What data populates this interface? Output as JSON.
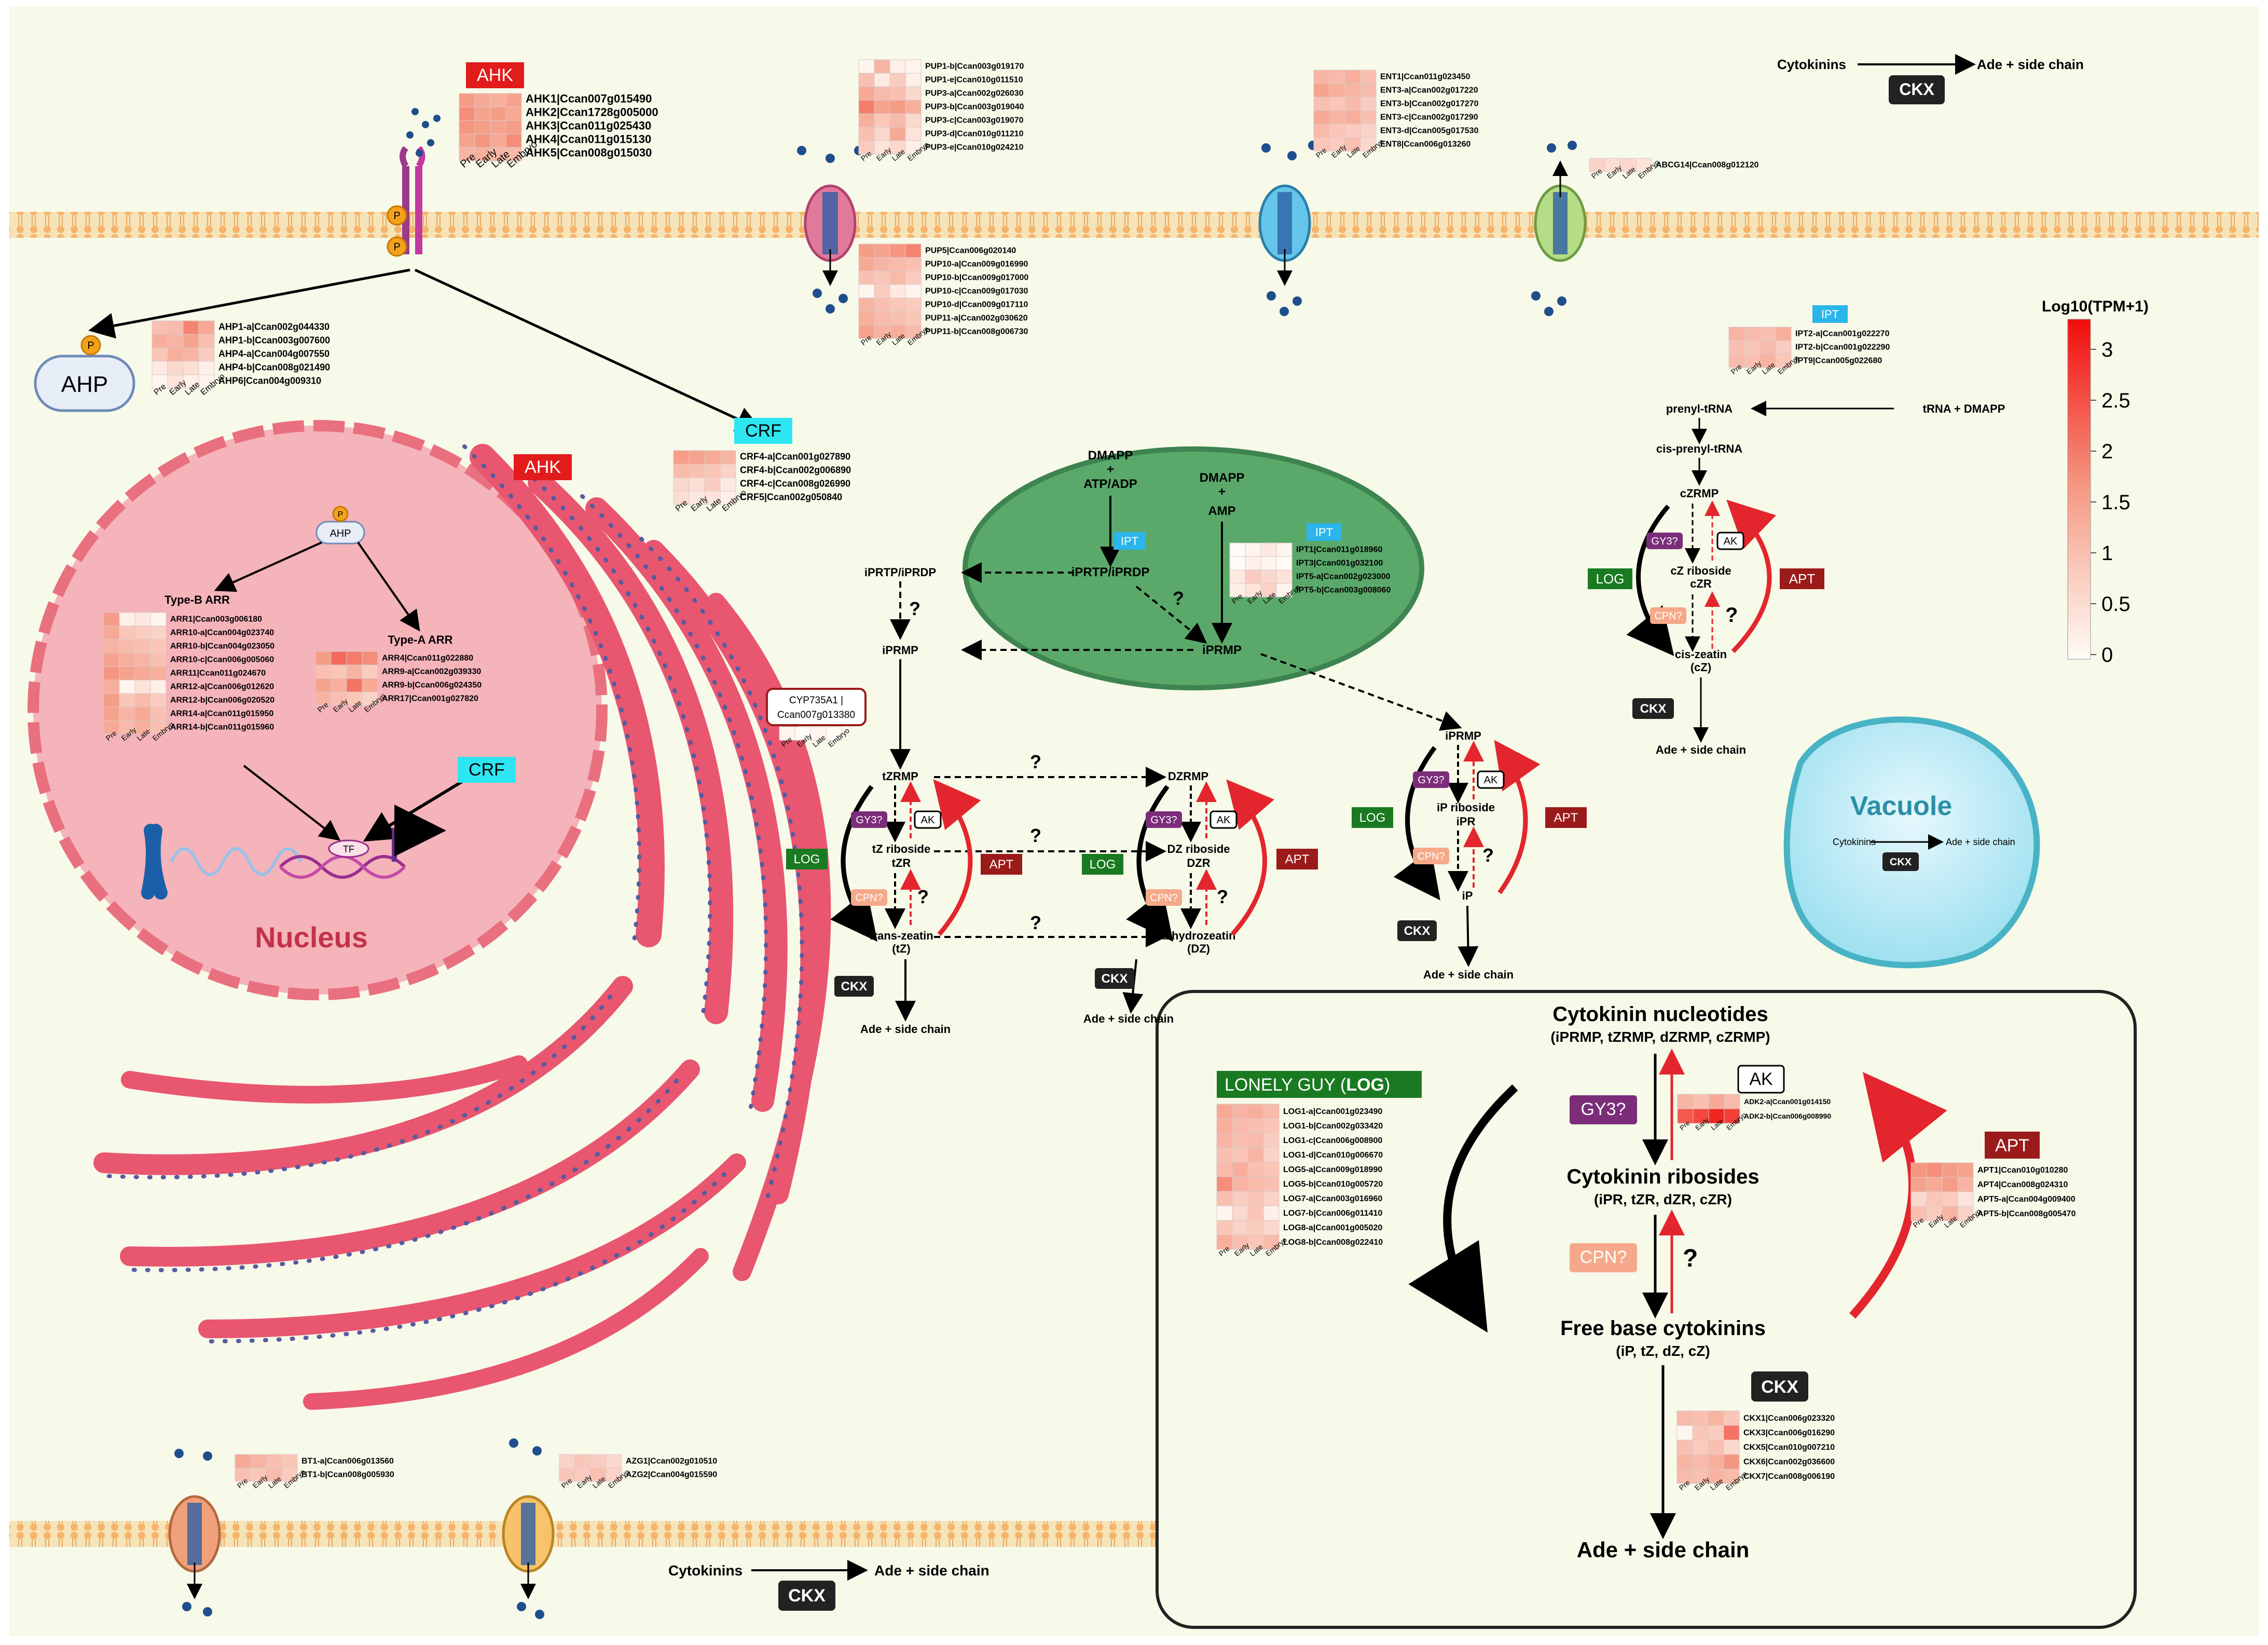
{
  "legend": {
    "title": "Log10(TPM+1)",
    "ticks": [
      "3",
      "2.5",
      "2",
      "1.5",
      "1",
      "0.5",
      "0"
    ]
  },
  "stage_labels": [
    "Pre",
    "Early",
    "Late",
    "Embryo"
  ],
  "heatmaps": {
    "ahk": {
      "title": "AHK",
      "genes": [
        "AHK1|Ccan007g015490",
        "AHK2|Ccan1728g005000",
        "AHK3|Ccan011g025430",
        "AHK4|Ccan011g015130",
        "AHK5|Ccan008g015030"
      ],
      "values": [
        [
          1.6,
          1.4,
          1.3,
          1.5
        ],
        [
          1.8,
          1.5,
          1.6,
          1.4
        ],
        [
          1.7,
          1.6,
          1.5,
          1.6
        ],
        [
          1.5,
          1.7,
          1.4,
          1.8
        ],
        [
          1.2,
          1.3,
          1.2,
          1.1
        ]
      ]
    },
    "pup1": {
      "genes": [
        "PUP1-b|Ccan003g019170",
        "PUP1-e|Ccan010g011510",
        "PUP3-a|Ccan002g026030",
        "PUP3-b|Ccan003g019040",
        "PUP3-c|Ccan003g019070",
        "PUP3-d|Ccan010g011210",
        "PUP3-e|Ccan010g024210"
      ],
      "values": [
        [
          0.1,
          1.2,
          0.2,
          0.1
        ],
        [
          1.0,
          0.3,
          0.8,
          0.2
        ],
        [
          1.4,
          1.1,
          1.0,
          0.6
        ],
        [
          2.0,
          1.5,
          1.6,
          1.3
        ],
        [
          1.3,
          0.9,
          1.1,
          0.6
        ],
        [
          1.0,
          0.6,
          1.4,
          0.4
        ],
        [
          0.8,
          0.4,
          0.6,
          0.2
        ]
      ]
    },
    "pup2": {
      "genes": [
        "PUP5|Ccan006g020140",
        "PUP10-a|Ccan009g016990",
        "PUP10-b|Ccan009g017000",
        "PUP10-c|Ccan009g017030",
        "PUP10-d|Ccan009g017110",
        "PUP11-a|Ccan002g030620",
        "PUP11-b|Ccan008g006730"
      ],
      "values": [
        [
          1.6,
          1.5,
          1.7,
          1.9
        ],
        [
          1.4,
          1.2,
          1.1,
          1.0
        ],
        [
          1.0,
          0.9,
          1.1,
          0.8
        ],
        [
          0.1,
          0.8,
          0.3,
          0.1
        ],
        [
          1.2,
          1.0,
          0.9,
          0.8
        ],
        [
          1.3,
          1.1,
          1.0,
          0.9
        ],
        [
          1.5,
          1.2,
          1.3,
          1.1
        ]
      ]
    },
    "ent": {
      "genes": [
        "ENT1|Ccan011g023450",
        "ENT3-a|Ccan002g017220",
        "ENT3-b|Ccan002g017270",
        "ENT3-c|Ccan002g017290",
        "ENT3-d|Ccan005g017530",
        "ENT8|Ccan006g013260"
      ],
      "values": [
        [
          1.2,
          1.1,
          1.3,
          1.0
        ],
        [
          1.5,
          1.3,
          1.2,
          1.1
        ],
        [
          1.0,
          0.9,
          1.1,
          0.8
        ],
        [
          1.4,
          1.2,
          1.3,
          1.0
        ],
        [
          1.1,
          0.9,
          0.8,
          0.7
        ],
        [
          0.9,
          0.8,
          1.0,
          0.6
        ]
      ]
    },
    "abcg": {
      "genes": [
        "ABCG14|Ccan008g012120"
      ],
      "values": [
        [
          0.7,
          0.5,
          0.6,
          0.4
        ]
      ]
    },
    "ahp": {
      "genes": [
        "AHP1-a|Ccan002g044330",
        "AHP1-b|Ccan003g007600",
        "AHP4-a|Ccan004g007550",
        "AHP4-b|Ccan008g021490",
        "AHP6|Ccan004g009310"
      ],
      "values": [
        [
          1.0,
          1.1,
          1.9,
          1.4
        ],
        [
          1.3,
          1.2,
          1.5,
          1.0
        ],
        [
          0.9,
          1.3,
          1.2,
          0.8
        ],
        [
          0.3,
          0.6,
          0.5,
          0.2
        ],
        [
          0.1,
          0.4,
          0.2,
          0.1
        ]
      ]
    },
    "crf": {
      "title": "CRF",
      "genes": [
        "CRF4-a|Ccan001g027890",
        "CRF4-b|Ccan002g006890",
        "CRF4-c|Ccan008g026990",
        "CRF5|Ccan002g050840"
      ],
      "values": [
        [
          1.6,
          1.5,
          1.4,
          1.2
        ],
        [
          1.1,
          1.0,
          0.9,
          0.7
        ],
        [
          0.6,
          0.5,
          0.8,
          0.3
        ],
        [
          0.5,
          0.3,
          0.4,
          0.2
        ]
      ]
    },
    "ipt_top": {
      "title": "IPT",
      "genes": [
        "IPT2-a|Ccan001g022270",
        "IPT2-b|Ccan001g022290",
        "IPT9|Ccan005g022680"
      ],
      "values": [
        [
          1.2,
          1.1,
          1.0,
          1.3
        ],
        [
          1.0,
          0.9,
          1.1,
          0.8
        ],
        [
          1.1,
          1.0,
          1.2,
          0.9
        ]
      ]
    },
    "ipt_mid": {
      "title": "IPT",
      "genes": [
        "IPT1|Ccan011g018960",
        "IPT3|Ccan001g032100",
        "IPT5-a|Ccan002g023000",
        "IPT5-b|Ccan003g008060"
      ],
      "values": [
        [
          0.0,
          0.1,
          0.3,
          0.1
        ],
        [
          0.0,
          0.2,
          0.1,
          0.0
        ],
        [
          0.3,
          0.8,
          0.6,
          0.4
        ],
        [
          0.2,
          0.4,
          0.7,
          0.1
        ]
      ]
    },
    "cyp": {
      "genes": [],
      "values": [
        [
          0.1,
          0.0,
          0.1,
          0.0
        ]
      ]
    },
    "typeb": {
      "title": "Type-B ARR",
      "genes": [
        "ARR1|Ccan003g006180",
        "ARR10-a|Ccan004g023740",
        "ARR10-b|Ccan004g023050",
        "ARR10-c|Ccan006g005060",
        "ARR11|Ccan011g024670",
        "ARR12-a|Ccan006g012620",
        "ARR12-b|Ccan006g020520",
        "ARR14-a|Ccan011g015950",
        "ARR14-b|Ccan011g015960"
      ],
      "values": [
        [
          1.6,
          0.2,
          0.3,
          0.1
        ],
        [
          1.4,
          0.9,
          0.8,
          0.7
        ],
        [
          1.2,
          1.1,
          1.0,
          0.9
        ],
        [
          1.5,
          1.3,
          1.2,
          1.0
        ],
        [
          1.7,
          1.5,
          1.4,
          1.3
        ],
        [
          1.3,
          0.1,
          0.4,
          0.2
        ],
        [
          1.6,
          0.9,
          1.1,
          0.8
        ],
        [
          1.5,
          1.2,
          1.4,
          1.0
        ],
        [
          1.4,
          1.1,
          1.3,
          1.0
        ]
      ]
    },
    "typea": {
      "title": "Type-A ARR",
      "genes": [
        "ARR4|Ccan011g022880",
        "ARR9-a|Ccan002g039330",
        "ARR9-b|Ccan006g024350",
        "ARR17|Ccan001g027820"
      ],
      "values": [
        [
          1.6,
          2.2,
          2.0,
          1.8
        ],
        [
          1.0,
          0.9,
          1.2,
          0.8
        ],
        [
          1.5,
          1.3,
          2.1,
          1.4
        ],
        [
          1.2,
          1.0,
          0.9,
          0.7
        ]
      ]
    },
    "log": {
      "genes": [
        "LOG1-a|Ccan001g023490",
        "LOG1-b|Ccan002g033420",
        "LOG1-c|Ccan006g008900",
        "LOG1-d|Ccan010g006670",
        "LOG5-a|Ccan009g018990",
        "LOG5-b|Ccan010g005720",
        "LOG7-a|Ccan003g016960",
        "LOG7-b|Ccan006g011410",
        "LOG8-a|Ccan001g005020",
        "LOG8-b|Ccan008g022410"
      ],
      "values": [
        [
          1.4,
          1.2,
          1.3,
          1.1
        ],
        [
          1.3,
          1.1,
          1.0,
          0.9
        ],
        [
          1.2,
          1.0,
          1.1,
          0.8
        ],
        [
          1.0,
          0.9,
          1.2,
          0.7
        ],
        [
          1.1,
          1.3,
          1.0,
          0.9
        ],
        [
          1.8,
          1.2,
          1.1,
          1.0
        ],
        [
          1.0,
          0.8,
          0.9,
          0.7
        ],
        [
          0.1,
          0.6,
          0.9,
          0.2
        ],
        [
          0.9,
          0.7,
          0.8,
          0.6
        ],
        [
          1.3,
          1.0,
          0.9,
          1.1
        ]
      ]
    },
    "ak": {
      "genes": [
        "ADK2-a|Ccan001g014150",
        "ADK2-b|Ccan006g008990"
      ],
      "values": [
        [
          1.2,
          1.0,
          1.4,
          1.1
        ],
        [
          2.4,
          2.6,
          3.0,
          2.7
        ]
      ]
    },
    "apt": {
      "genes": [
        "APT1|Ccan010g010280",
        "APT4|Ccan008g024310",
        "APT5-a|Ccan004g009400",
        "APT5-b|Ccan008g005470"
      ],
      "values": [
        [
          1.7,
          1.8,
          1.6,
          1.5
        ],
        [
          1.5,
          1.4,
          1.6,
          1.2
        ],
        [
          0.6,
          0.9,
          0.8,
          0.4
        ],
        [
          1.0,
          0.8,
          1.2,
          0.7
        ]
      ]
    },
    "ckx": {
      "genes": [
        "CKX1|Ccan006g023320",
        "CKX3|Ccan006g016290",
        "CKX5|Ccan010g007210",
        "CKX6|Ccan002g036600",
        "CKX7|Ccan008g006190"
      ],
      "values": [
        [
          1.1,
          1.0,
          1.2,
          0.9
        ],
        [
          0.1,
          0.9,
          0.8,
          2.1
        ],
        [
          1.0,
          0.8,
          1.0,
          0.6
        ],
        [
          1.2,
          1.1,
          1.3,
          1.7
        ],
        [
          1.1,
          1.0,
          1.2,
          1.1
        ]
      ]
    },
    "bt1": {
      "genes": [
        "BT1-a|Ccan006g013560",
        "BT1-b|Ccan008g005930"
      ],
      "values": [
        [
          1.4,
          1.2,
          1.0,
          0.9
        ],
        [
          1.0,
          0.9,
          1.1,
          0.8
        ]
      ]
    },
    "azg": {
      "genes": [
        "AZG1|Ccan002g010510",
        "AZG2|Ccan004g015590"
      ],
      "values": [
        [
          0.7,
          0.9,
          0.8,
          0.6
        ],
        [
          0.9,
          0.8,
          1.0,
          0.7
        ]
      ]
    }
  },
  "labels": {
    "ahk_badge2": "AHK",
    "crf_badge2": "CRF",
    "ahp_node": "AHP",
    "nucleus": "Nucleus",
    "tf": "TF",
    "ahp_small": "AHP",
    "p": "P",
    "ckx_top_left": "Cytokinins",
    "ckx_top_right": "Ade + side chain",
    "ckx": "CKX",
    "vacuole": "Vacuole",
    "vac_left": "Cytokinins",
    "vac_right": "Ade + side chain",
    "bot_left": "Cytokinins",
    "bot_right": "Ade + side chain",
    "prenyl": "prenyl-tRNA",
    "trna": "tRNA + DMAPP",
    "cisprenyl": "cis-prenyl-tRNA",
    "czrmp": "cZRMP",
    "czr1": "cZ riboside",
    "czr2": "cZR",
    "cz1": "cis-zeatin",
    "cz2": "(cZ)",
    "ade": "Ade + side chain",
    "dmapp_atp": [
      "DMAPP",
      "+",
      "ATP/ADP"
    ],
    "dmapp_amp": [
      "DMAPP",
      "+",
      "AMP"
    ],
    "iprtp_in": "iPRTP/iPRDP",
    "iprmp_in": "iPRMP",
    "iprtp_out": "iPRTP/iPRDP",
    "iprmp_out": "iPRMP",
    "tzrmp": "tZRMP",
    "tzr1": "tZ riboside",
    "tzr2": "tZR",
    "tz1": "trans-zeatin",
    "tz2": "(tZ)",
    "dzrmp": "DZRMP",
    "dzr1": "DZ riboside",
    "dzr2": "DZR",
    "dz1": "dihydrozeatin",
    "dz2": "(DZ)",
    "iprmp_r": "iPRMP",
    "ipr1": "iP riboside",
    "ipr2": "iPR",
    "ip": "iP",
    "log": "LOG",
    "apt": "APT",
    "gy3": "GY3?",
    "ak": "AK",
    "cpn": "CPN?",
    "q": "?",
    "cyp1": "CYP735A1 |",
    "cyp2": "Ccan007g013380",
    "box_nuc": "Cytokinin nucleotides",
    "box_nuc_sub": "(iPRMP, tZRMP, dZRMP, cZRMP)",
    "box_rib": "Cytokinin ribosides",
    "box_rib_sub": "(iPR, tZR, dZR, cZR)",
    "box_free": "Free base cytokinins",
    "box_free_sub": "(iP, tZ, dZ, cZ)",
    "box_ade": "Ade + side chain",
    "log_head1": "LONELY GUY (",
    "log_head2": "LOG",
    ")": ")"
  }
}
